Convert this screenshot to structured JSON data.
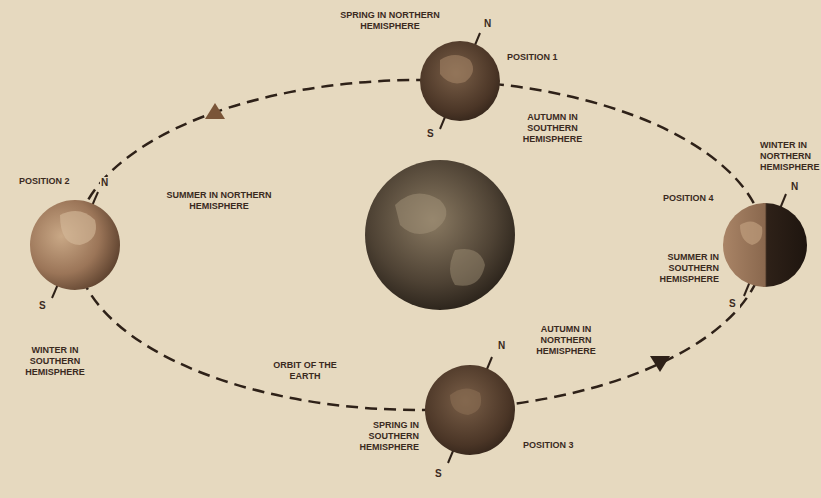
{
  "diagram": {
    "labels": [
      "SPRING IN NORTHERN HEMISPHERE",
      "POSITION 1",
      "N",
      "S",
      "AUTUMN IN SOUTHERN HEMISPHERE",
      "WINTER IN NORTHERN HEMISPHERE",
      "POSITION 4",
      "N",
      "S",
      "SUMMER IN SOUTHERN HEMISPHERE",
      "POSITION 2",
      "N",
      "S",
      "SUMMER IN NORTHERN HEMISPHERE",
      "WINTER IN SOUTHERN HEMISPHERE",
      "ORBIT OF THE EARTH",
      "N",
      "S",
      "AUTUMN IN NORTHERN HEMISPHERE",
      "SPRING IN SOUTHERN HEMISPHERE",
      "POSITION 3"
    ]
  }
}
